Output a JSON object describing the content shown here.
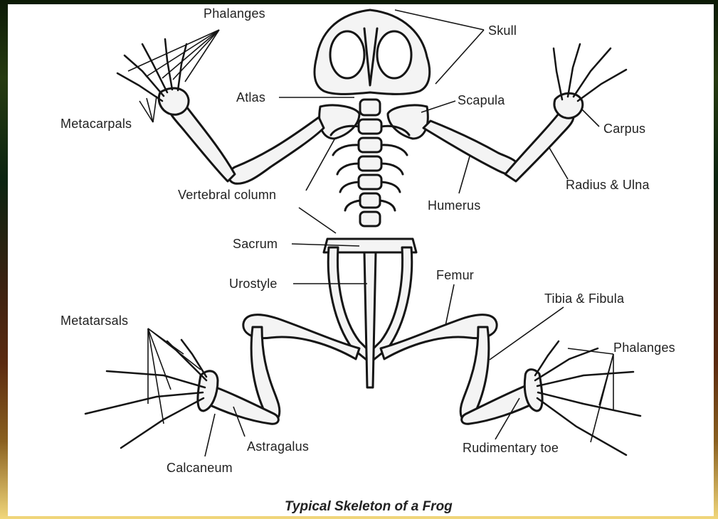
{
  "labels": {
    "phalanges_top": "Phalanges",
    "skull": "Skull",
    "atlas": "Atlas",
    "scapula": "Scapula",
    "metacarpals": "Metacarpals",
    "carpus": "Carpus",
    "vertebral_column": "Vertebral column",
    "humerus": "Humerus",
    "radius_ulna": "Radius & Ulna",
    "sacrum": "Sacrum",
    "urostyle": "Urostyle",
    "femur": "Femur",
    "tibia_fibula": "Tibia & Fibula",
    "metatarsals": "Metatarsals",
    "phalanges_right": "Phalanges",
    "astragalus": "Astragalus",
    "calcaneum": "Calcaneum",
    "rudimentary_toe": "Rudimentary toe"
  },
  "caption": "Typical Skeleton of a Frog"
}
